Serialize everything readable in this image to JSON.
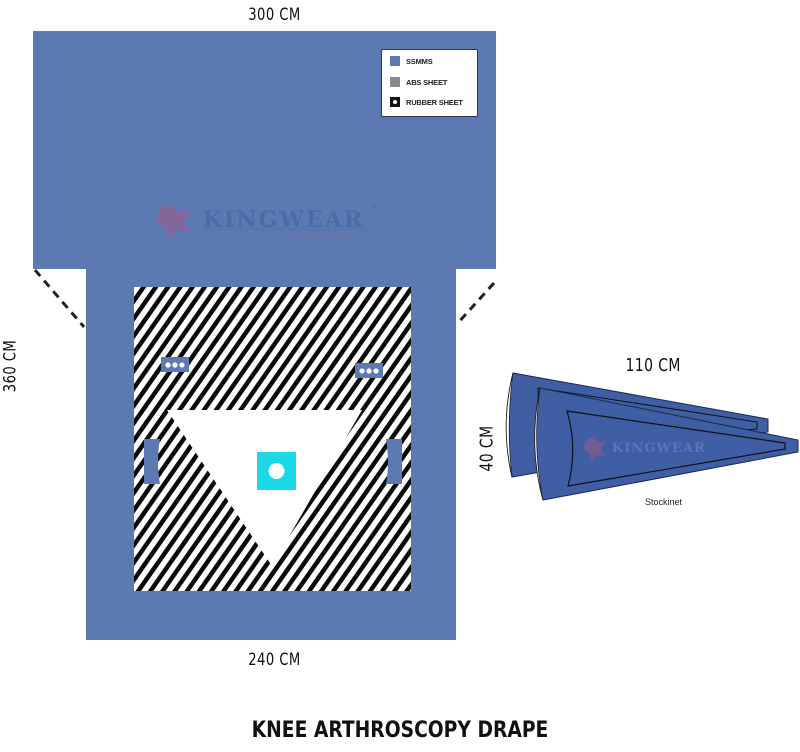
{
  "title": "KNEE ARTHROSCOPY DRAPE",
  "dimensions": {
    "top_width": "300 CM",
    "height": "360 CM",
    "bottom_width": "240 CM",
    "stockinet_length": "110 CM",
    "stockinet_width": "40 CM"
  },
  "legend": {
    "items": [
      {
        "label": "SSMMS",
        "color": "#5b79b3"
      },
      {
        "label": "ABS SHEET",
        "color": "#8a8a8a"
      },
      {
        "label": "RUBBER SHEET",
        "color": "#111111"
      }
    ]
  },
  "watermark": "KINGWEAR",
  "stockinet": {
    "label": "Stockinet"
  },
  "colors": {
    "drape": "#5d79b1",
    "stockinet": "#3f5ea3",
    "fenestration": "#19d9e6",
    "hatch_dark": "#0a0a0a"
  }
}
